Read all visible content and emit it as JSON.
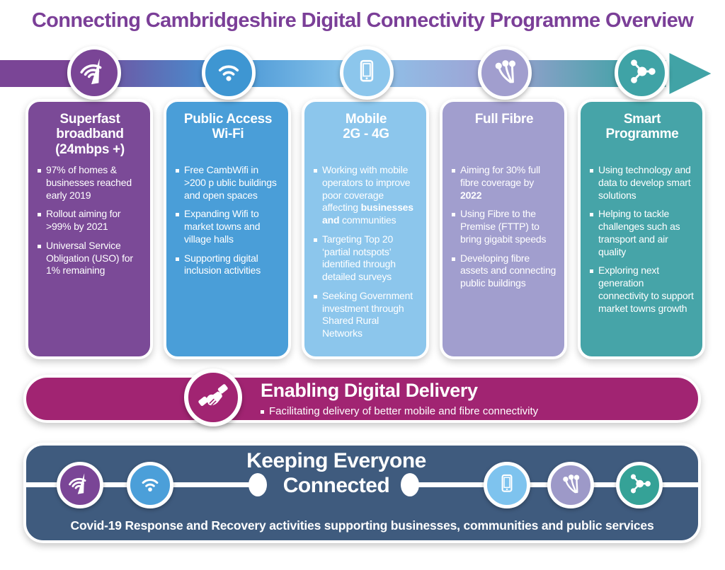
{
  "page_title": "Connecting Cambridgeshire Digital Connectivity Programme Overview",
  "colors": {
    "title_purple": "#7B3F98",
    "superfast_purple": "#7B4A97",
    "wifi_blue": "#4A9ED8",
    "mobile_light_blue": "#8CC6EC",
    "full_fibre_lavender": "#A19ECE",
    "smart_teal": "#46A4A8",
    "enabling_magenta": "#A12472",
    "keeping_navy": "#3F5B7E",
    "arrow_gradient": [
      "#7A4596",
      "#4493D3",
      "#8CC6EC",
      "#9FA0D2",
      "#41A3A6"
    ]
  },
  "icons": {
    "card_icons": [
      "wifi-speed-icon",
      "wifi-icon",
      "smartphone-icon",
      "fibre-strands-icon",
      "network-nodes-icon"
    ],
    "enabling_icon": "handshake-icon"
  },
  "cards": [
    {
      "id": "superfast-broadband",
      "title_lines": [
        "Superfast",
        "broadband",
        "(24mbps +)"
      ],
      "bullets": [
        {
          "text": "97% of homes & businesses reached early 2019"
        },
        {
          "text": "Rollout aiming for >99% by 2021"
        },
        {
          "text": "Universal Service Obligation (USO) for 1% remaining"
        }
      ]
    },
    {
      "id": "public-access-wifi",
      "title_lines": [
        "Public Access",
        "Wi-Fi"
      ],
      "bullets": [
        {
          "text": "Free CambWifi in >200 p ublic buildings and open spaces"
        },
        {
          "text": "Expanding Wifi to market towns and village halls"
        },
        {
          "text": "Supporting digital inclusion activities"
        }
      ]
    },
    {
      "id": "mobile-2g-4g",
      "title_lines": [
        "Mobile",
        "2G - 4G"
      ],
      "bullets": [
        {
          "pre": "Working with mobile operators to improve poor coverage affecting ",
          "bold": "businesses and",
          "post": " communities"
        },
        {
          "text": "Targeting Top 20 ‘partial notspots’ identified through detailed surveys"
        },
        {
          "text": "Seeking Government investment through Shared Rural Networks"
        }
      ]
    },
    {
      "id": "full-fibre",
      "title_lines": [
        "Full Fibre"
      ],
      "bullets": [
        {
          "pre": "Aiming for 30% full fibre coverage by ",
          "bold": "2022",
          "post": ""
        },
        {
          "text": "Using Fibre to the Premise (FTTP) to bring gigabit speeds"
        },
        {
          "text": "Developing fibre assets and connecting public buildings"
        }
      ]
    },
    {
      "id": "smart-programme",
      "title_lines": [
        "Smart",
        "Programme"
      ],
      "bullets": [
        {
          "text": "Using technology and data to develop smart solutions"
        },
        {
          "text": "Helping to tackle challenges such as transport and air quality"
        },
        {
          "text": "Exploring next generation connectivity to support market towns growth"
        }
      ]
    }
  ],
  "enabling": {
    "title": "Enabling Digital Delivery",
    "bullet": "Facilitating delivery of better mobile and fibre connectivity"
  },
  "keeping": {
    "title_line1": "Keeping Everyone",
    "title_line2": "Connected",
    "footer": "Covid-19 Response and Recovery activities supporting businesses, communities and public services"
  }
}
